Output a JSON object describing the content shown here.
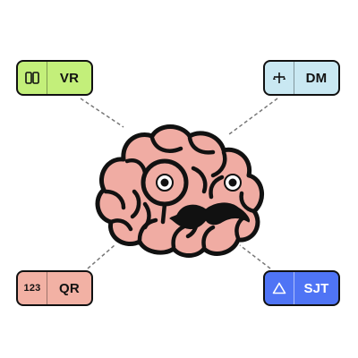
{
  "tags": {
    "vr": {
      "label": "VR",
      "icon": "columns-icon",
      "color": "#c3ef7a"
    },
    "dm": {
      "label": "DM",
      "icon": "balance-scale-icon",
      "color": "#c9e8f2"
    },
    "qr": {
      "label": "QR",
      "icon_text": "123",
      "icon": "numbers-icon",
      "color": "#f2b1a4"
    },
    "sjt": {
      "label": "SJT",
      "icon": "triangle-icon",
      "color": "#4f74f5"
    }
  },
  "brain": {
    "fill": "#f0aca3",
    "outline": "#111111"
  }
}
